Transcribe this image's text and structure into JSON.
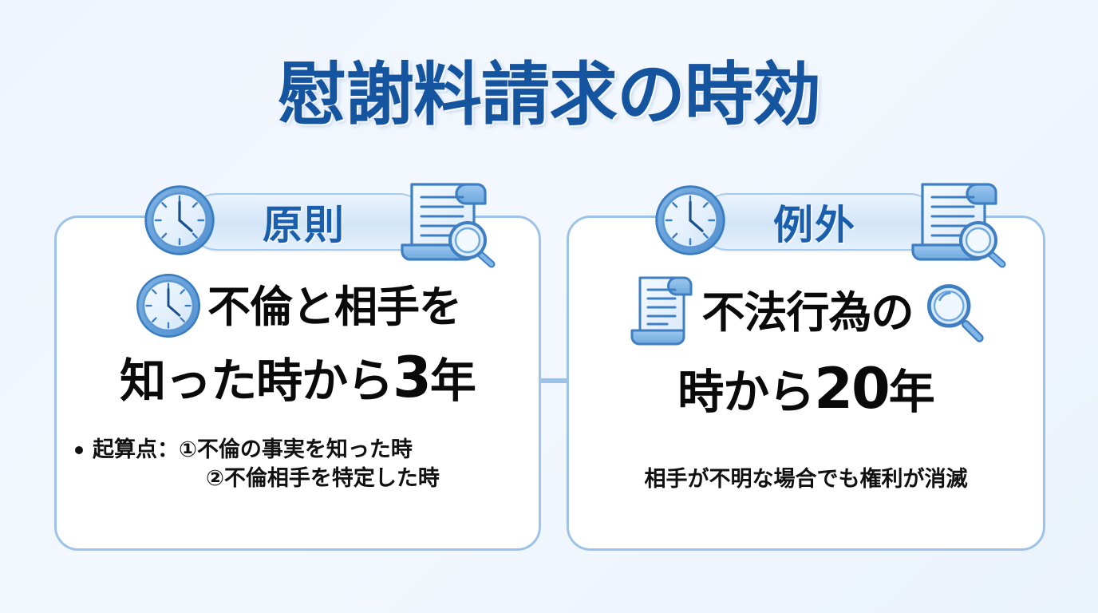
{
  "page": {
    "title": "慰謝料請求の時効",
    "background_color": "#eff5fd",
    "accent_color": "#15549e",
    "card_border_color": "#9ec3e8",
    "pill_text_color": "#1a5fae"
  },
  "cards": [
    {
      "id": "principle",
      "badge": "原則",
      "badge_icon_left": "clock-icon",
      "badge_icon_right": "document-magnifier-icon",
      "headline_icon": "clock-icon",
      "headline_line1": "不倫と相手を",
      "headline_line2_pre": "知った時から",
      "headline_line2_num": "3",
      "headline_line2_post": "年",
      "bullets": [
        "起算点：①不倫の事実を知った時",
        "②不倫相手を特定した時"
      ]
    },
    {
      "id": "exception",
      "badge": "例外",
      "badge_icon_left": "clock-icon",
      "badge_icon_right": "document-magnifier-icon",
      "headline_icon_left": "scroll-icon",
      "headline_icon_right": "magnifier-icon",
      "headline_line1": "不法行為の",
      "headline_line2_pre": "時から",
      "headline_line2_num": "20",
      "headline_line2_post": "年",
      "caption": "相手が不明な場合でも権利が消滅"
    }
  ]
}
